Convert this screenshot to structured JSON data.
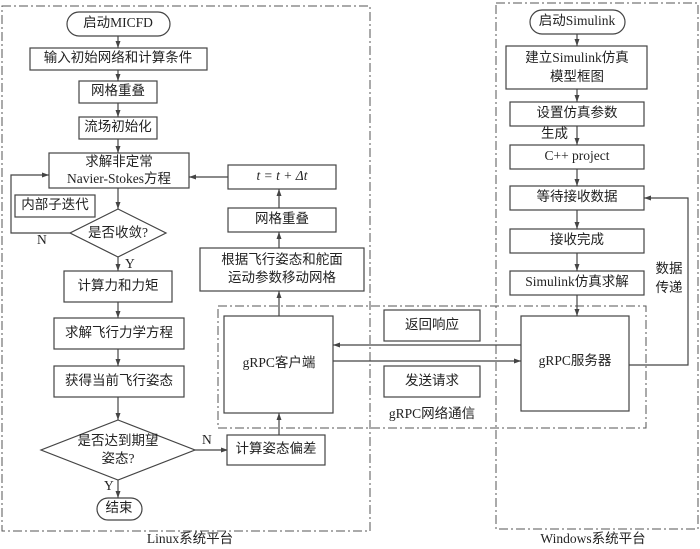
{
  "linux": {
    "platform_label": "Linux系统平台",
    "start": "启动MICFD",
    "input": "输入初始网络和计算条件",
    "overlap1": "网格重叠",
    "flow_init": "流场初始化",
    "solve_line1": "求解非定常",
    "solve_line2": "Navier-Stokes方程",
    "inner_iter": "内部子迭代",
    "converged": "是否收敛?",
    "converged_no": "N",
    "converged_yes": "Y",
    "force": "计算力和力矩",
    "flight_eq": "求解飞行力学方程",
    "attitude": "获得当前飞行姿态",
    "target_line1": "是否达到期望",
    "target_line2": "姿态?",
    "target_no": "N",
    "target_yes": "Y",
    "end": "结束",
    "time_step": "t = t + Δt",
    "overlap2": "网格重叠",
    "move_line1": "根据飞行姿态和舵面",
    "move_line2": "运动参数移动网格",
    "deviation": "计算姿态偏差"
  },
  "grpc": {
    "client": "gRPC客户端",
    "server": "gRPC服务器",
    "response": "返回响应",
    "request": "发送请求",
    "network_label": "gRPC网络通信"
  },
  "windows": {
    "platform_label": "Windows系统平台",
    "start": "启动Simulink",
    "build_line1": "建立Simulink仿真",
    "build_line2": "模型框图",
    "params": "设置仿真参数",
    "generate": "生成",
    "cpp": "C++ project",
    "wait": "等待接收数据",
    "received": "接收完成",
    "solve": "Simulink仿真求解",
    "transfer_line1": "数据",
    "transfer_line2": "传递"
  }
}
